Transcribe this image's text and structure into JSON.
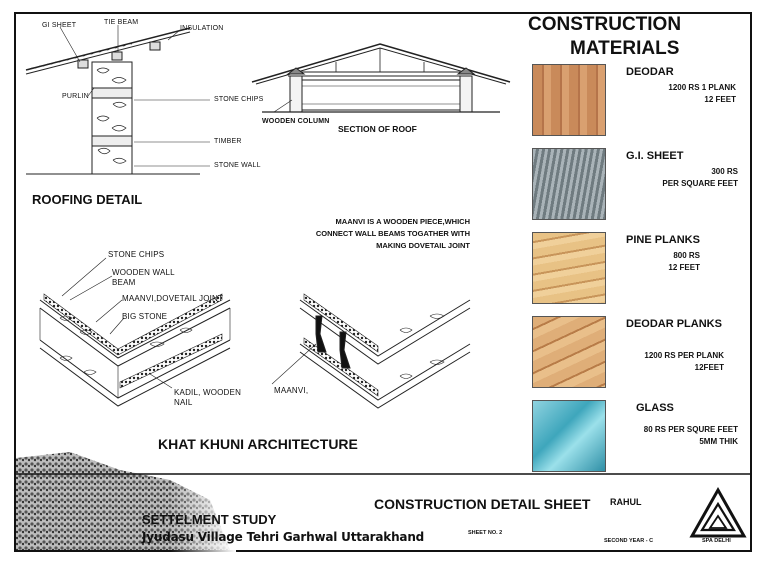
{
  "roofing": {
    "labels": {
      "gi_sheet": "GI SHEET",
      "tie_beam": "TIE BEAM",
      "insulation": "INSULATION",
      "purlin": "PURLIN",
      "stone_chips": "STONE CHIPS",
      "timber": "TIMBER",
      "stone_wall": "STONE WALL"
    },
    "heading": "ROOFING DETAIL"
  },
  "roof_section": {
    "column_label": "WOODEN COLUMN",
    "caption": "SECTION OF ROOF"
  },
  "khat_khuni": {
    "note_lines": [
      "MAANVI IS A WOODEN PIECE,WHICH",
      "CONNECT WALL BEAMS TOGATHER WITH",
      "MAKING DOVETAIL JOINT"
    ],
    "labels": {
      "stone_chips": "STONE CHIPS",
      "wooden_wall_beam_1": "WOODEN WALL",
      "wooden_wall_beam_2": "BEAM",
      "maanvi_joint": "MAANVI,DOVETAIL JOINT",
      "big_stone": "BIG STONE",
      "kadil_1": "KADIL, WOODEN",
      "kadil_2": "NAIL",
      "maanvi": "MAANVI,"
    },
    "heading": "KHAT KHUNI ARCHITECTURE"
  },
  "materials": {
    "title_1": "CONSTRUCTION",
    "title_2": "MATERIALS",
    "items": [
      {
        "name": "DEODAR",
        "price_1": "1200 RS 1 PLANK",
        "price_2": "12 FEET",
        "color": "#c98a5a"
      },
      {
        "name": "G.I. SHEET",
        "price_1": "300 RS",
        "price_2": "PER SQUARE FEET",
        "color": "#8e9aa0"
      },
      {
        "name": "PINE PLANKS",
        "price_1": "800 RS",
        "price_2": "12 FEET",
        "color": "#e3b877"
      },
      {
        "name": "DEODAR PLANKS",
        "price_1": "1200 RS PER PLANK",
        "price_2": "12FEET",
        "color": "#d9a46c"
      },
      {
        "name": "GLASS",
        "price_1": "80 RS PER SQURE FEET",
        "price_2": "5MM THIK",
        "color": "#5fb7c9"
      }
    ]
  },
  "footer": {
    "study": "SETTELMENT STUDY",
    "village": "Jyudasu Village Tehri Garhwal Uttarakhand",
    "sheet_title": "CONSTRUCTION DETAIL SHEET",
    "author": "RAHUL",
    "sheet_no": "SHEET NO. 2",
    "year": "SECOND YEAR - C",
    "institute": "SPA DELHI"
  }
}
